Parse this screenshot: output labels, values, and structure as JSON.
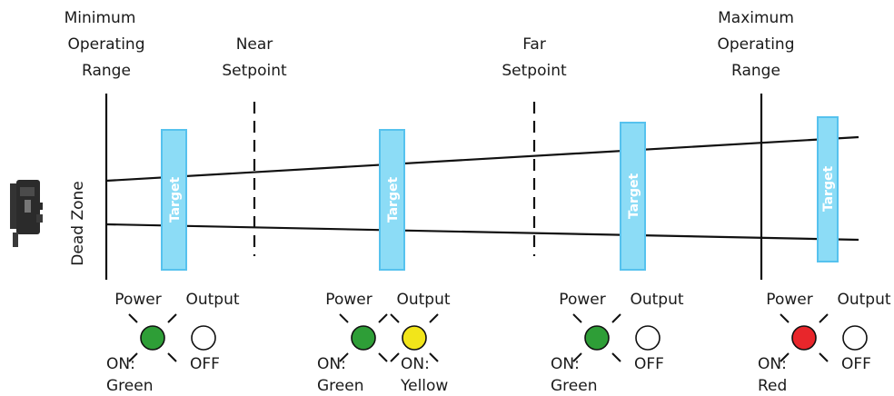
{
  "range_labels": {
    "min": [
      "Minimum",
      "Operating",
      "Range"
    ],
    "near": [
      "Near",
      "Setpoint"
    ],
    "far": [
      "Far",
      "Setpoint"
    ],
    "max": [
      "Maximum",
      "Operating",
      "Range"
    ]
  },
  "dead_zone_label": "Dead Zone",
  "target_label": "Target",
  "led_labels": {
    "power": "Power",
    "output": "Output"
  },
  "states": [
    {
      "power_status": [
        "ON:",
        "Green"
      ],
      "power_color": "#2e9e37",
      "output_status": [
        "OFF"
      ],
      "output_color": "#ffffff"
    },
    {
      "power_status": [
        "ON:",
        "Green"
      ],
      "power_color": "#2e9e37",
      "output_status": [
        "ON:",
        "Yellow"
      ],
      "output_color": "#f2e51a"
    },
    {
      "power_status": [
        "ON:",
        "Green"
      ],
      "power_color": "#2e9e37",
      "output_status": [
        "OFF"
      ],
      "output_color": "#ffffff"
    },
    {
      "power_status": [
        "ON:",
        "Red"
      ],
      "power_color": "#e8262b",
      "output_status": [
        "OFF"
      ],
      "output_color": "#ffffff"
    }
  ],
  "colors": {
    "target_fill": "#8cdcf6",
    "target_stroke": "#56c2ee",
    "line": "#111111"
  }
}
